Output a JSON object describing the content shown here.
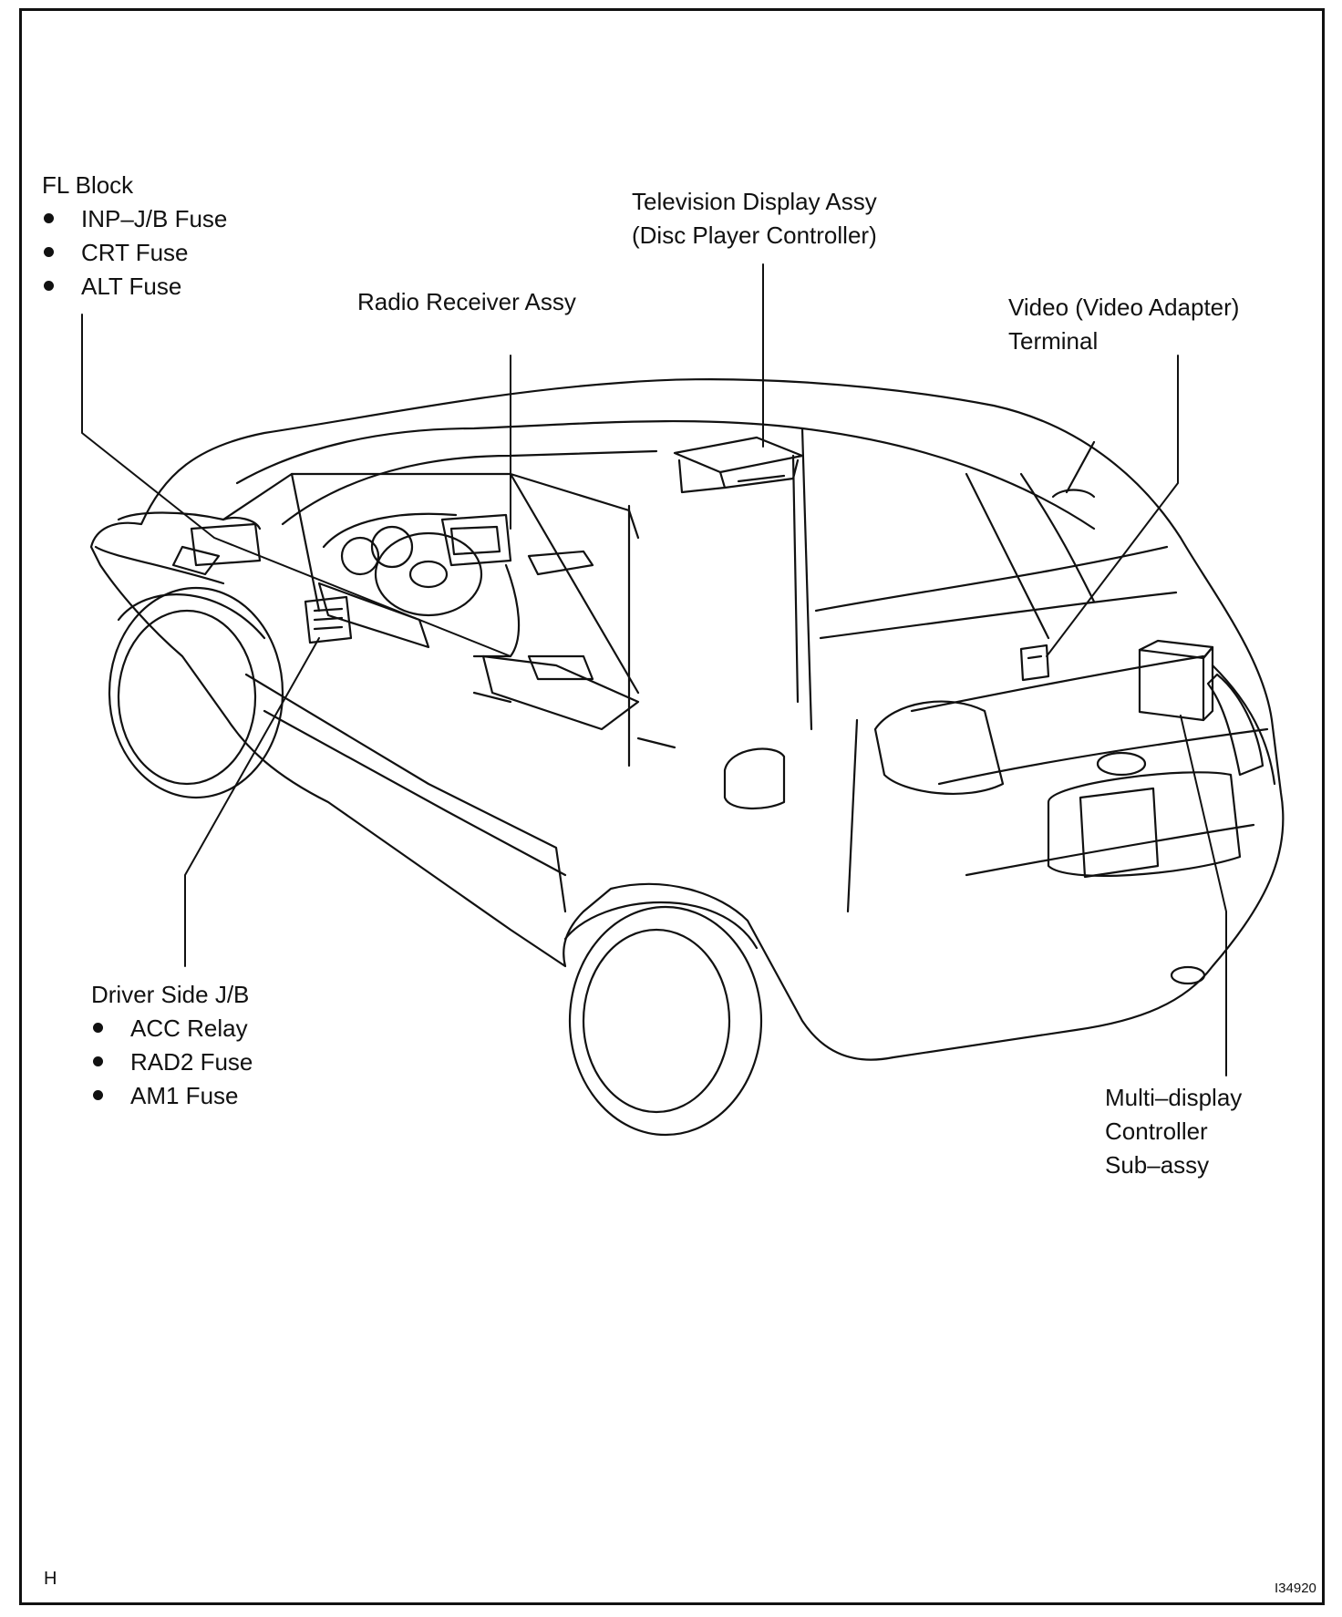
{
  "callouts": {
    "fl_block": {
      "title": "FL Block",
      "items": [
        "INP–J/B Fuse",
        "CRT Fuse",
        "ALT Fuse"
      ]
    },
    "radio": {
      "title": "Radio Receiver Assy"
    },
    "tv_display": {
      "line1": "Television Display Assy",
      "line2": "(Disc Player Controller)"
    },
    "video_terminal": {
      "line1": "Video (Video Adapter)",
      "line2": "Terminal"
    },
    "driver_jb": {
      "title": "Driver Side J/B",
      "items": [
        "ACC Relay",
        "RAD2 Fuse",
        "AM1 Fuse"
      ]
    },
    "multi_display": {
      "line1": "Multi–display",
      "line2": "Controller",
      "line3": "Sub–assy"
    }
  },
  "corner_letter": "H",
  "figure_code": "I34920"
}
